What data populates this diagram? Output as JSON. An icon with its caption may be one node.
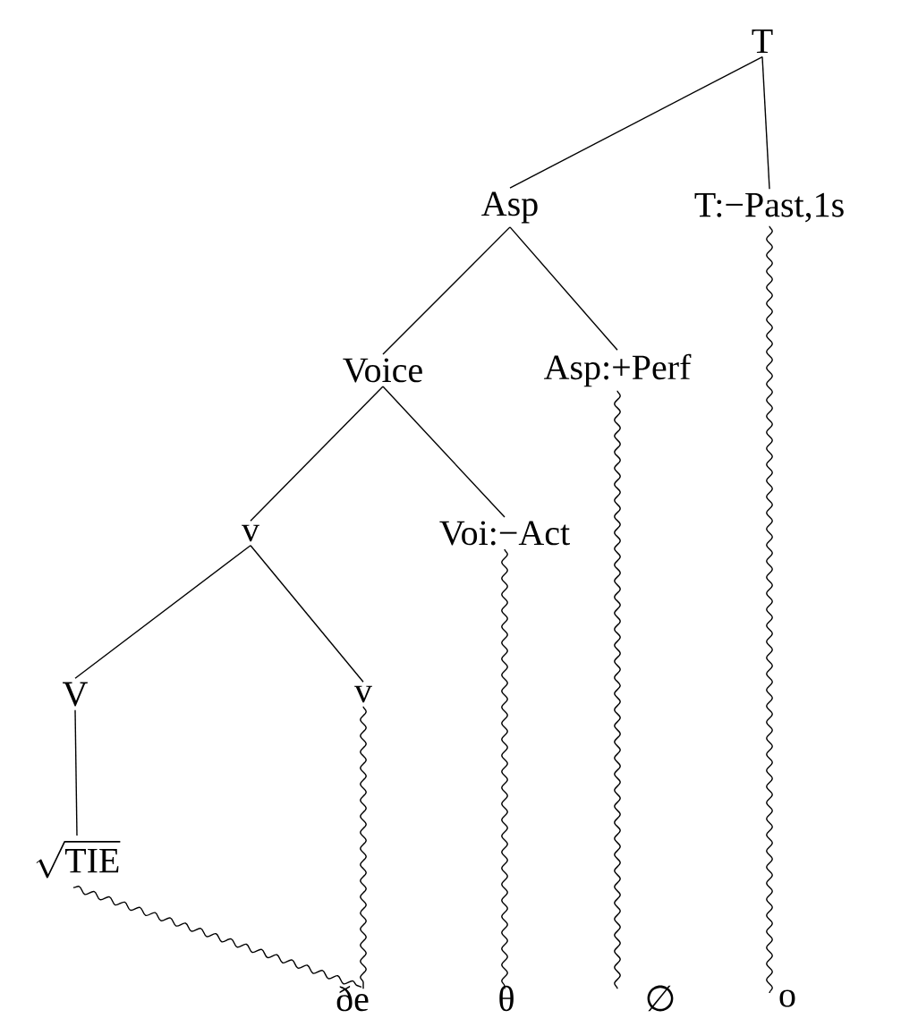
{
  "diagram": {
    "nodes": [
      {
        "text": [
          "T"
        ]
      },
      {
        "text": [
          "Asp"
        ]
      },
      {
        "text": [
          "T:−Past,1s"
        ]
      },
      {
        "text": [
          "Voice"
        ]
      },
      {
        "text": [
          "Asp:+Perf"
        ]
      },
      {
        "text": [
          "v"
        ]
      },
      {
        "text": [
          "Voi:−Act"
        ]
      },
      {
        "text": [
          "V"
        ]
      },
      {
        "text": [
          "v"
        ]
      },
      {
        "text": [
          "\\sqrt{\\mathrm{TIE}}"
        ]
      },
      {
        "text": [
          "ðe"
        ]
      },
      {
        "text": [
          "θ"
        ]
      },
      {
        "text": [
          "∅"
        ]
      },
      {
        "text": [
          "o"
        ]
      }
    ],
    "edges": [
      {
        "from": 0,
        "to": 1,
        "arrow": "none"
      },
      {
        "from": 0,
        "to": 2,
        "arrow": "none"
      },
      {
        "from": 1,
        "to": 3,
        "arrow": "none"
      },
      {
        "from": 1,
        "to": 4,
        "arrow": "none"
      },
      {
        "from": 3,
        "to": 5,
        "arrow": "none"
      },
      {
        "from": 3,
        "to": 6,
        "arrow": "none"
      },
      {
        "from": 5,
        "to": 7,
        "arrow": "none"
      },
      {
        "from": 5,
        "to": 8,
        "arrow": "none"
      },
      {
        "from": 7,
        "to": 9,
        "arrow": "none"
      },
      {
        "from": 2,
        "to": 13,
        "arrow": "none"
      },
      {
        "from": 4,
        "to": 12,
        "arrow": "none"
      },
      {
        "from": 6,
        "to": 11,
        "arrow": "none"
      },
      {
        "from": 8,
        "to": 10,
        "arrow": "none"
      },
      {
        "from": 9,
        "to": 10,
        "arrow": "none"
      }
    ]
  }
}
